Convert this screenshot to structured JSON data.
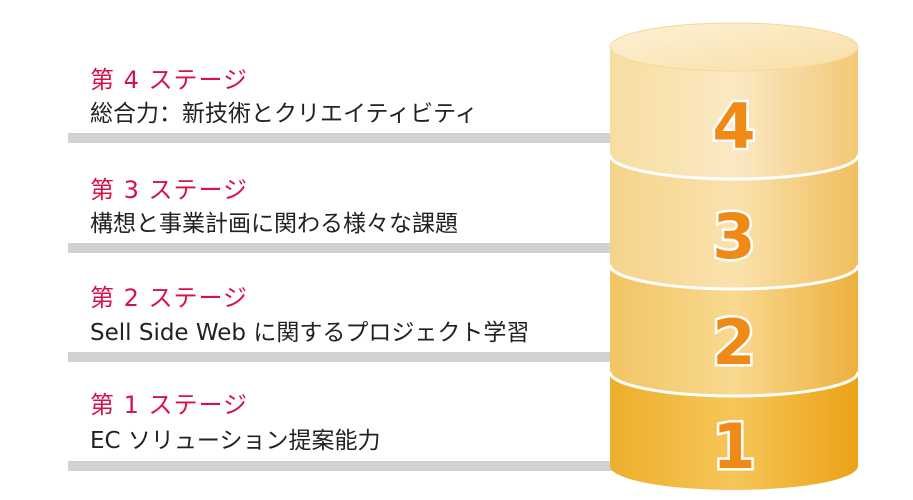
{
  "stages": [
    {
      "title": "第 4 ステージ",
      "desc": "総合力：新技術とクリエイティビティ",
      "number": "4"
    },
    {
      "title": "第 3 ステージ",
      "desc": "構想と事業計画に関わる様々な課題",
      "number": "3"
    },
    {
      "title": "第 2 ステージ",
      "desc": "Sell Side Web に関するプロジェクト学習",
      "number": "2"
    },
    {
      "title": "第 1 ステージ",
      "desc": "EC ソリューション提案能力",
      "number": "1"
    }
  ],
  "colors": {
    "title": "#d6124a",
    "number": "#f08a17",
    "divider": "#d2d2d2",
    "cylinder_top": "#fbe7bd",
    "cylinder_mid": "#f5c868",
    "cylinder_bottom": "#efa81e"
  }
}
